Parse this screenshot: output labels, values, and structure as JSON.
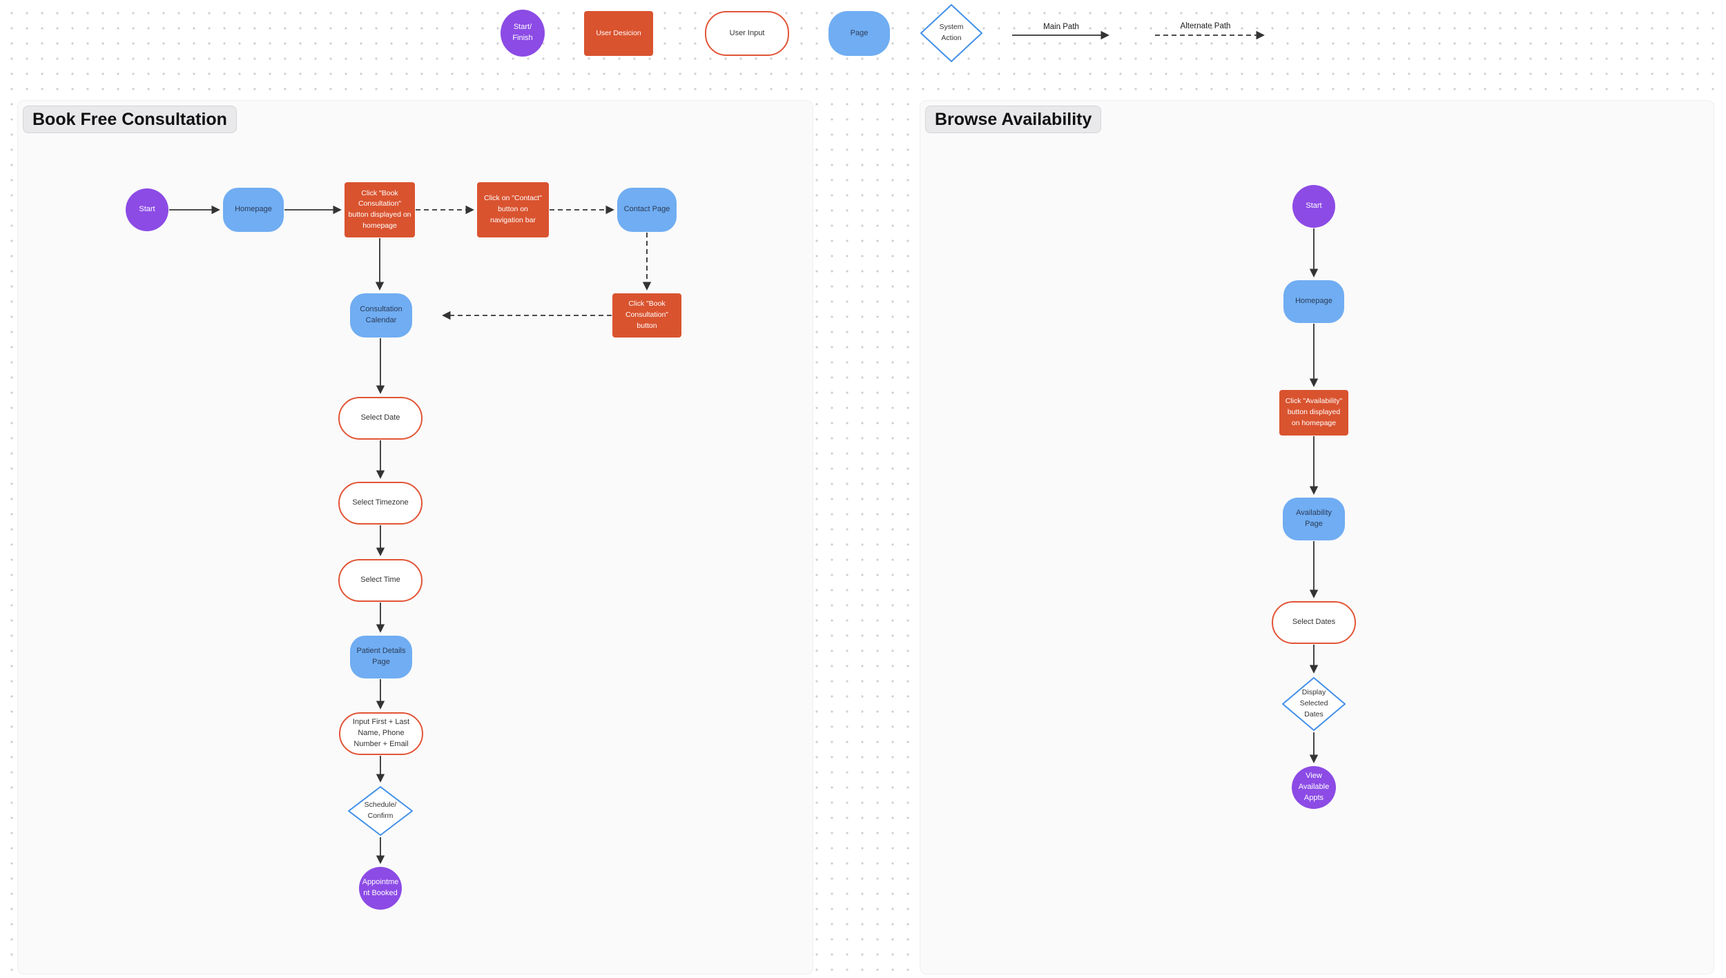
{
  "colors": {
    "terminal_purple": "#8c4be5",
    "decision_orange": "#d9532f",
    "page_blue": "#70adf2",
    "system_action_border_blue": "#4290e9",
    "user_input_border_orange": "#e25536",
    "frame_bg": "#fafafa",
    "canvas_bg": "#ffffff",
    "edge_color": "#333333",
    "title_badge_bg": "#e9e9eb"
  },
  "legend": {
    "start_finish": "Start/ Finish",
    "user_decision": "User Desicion",
    "user_input": "User Input",
    "page": "Page",
    "system_action": "System Action",
    "main_path": "Main Path",
    "alternate_path": "Alternate Path"
  },
  "flows": {
    "book": {
      "title": "Book Free Consultation",
      "nodes": {
        "start": "Start",
        "homepage": "Homepage",
        "click_book_cta": "Click \"Book Consultation\" button displayed on homepage",
        "click_contact": "Click on \"Contact\" button on navigation bar",
        "contact_page": "Contact Page",
        "consultation_calendar": "Consultation Calendar",
        "click_book_button": "Click \"Book Consultation\" button",
        "select_date": "Select Date",
        "select_timezone": "Select Timezone",
        "select_time": "Select Time",
        "patient_details_page": "Patient Details Page",
        "input_details": "Input First + Last Name, Phone Number + Email",
        "schedule_confirm": "Schedule/ Confirm",
        "appointment_booked": "Appointment Booked"
      }
    },
    "browse": {
      "title": "Browse Availability",
      "nodes": {
        "start": "Start",
        "homepage": "Homepage",
        "click_availability": "Click \"Availability\" button displayed on homepage",
        "availability_page": "Availability Page",
        "select_dates": "Select Dates",
        "display_selected_dates": "Display Selected Dates",
        "view_available_appts": "View Available Appts"
      }
    }
  }
}
